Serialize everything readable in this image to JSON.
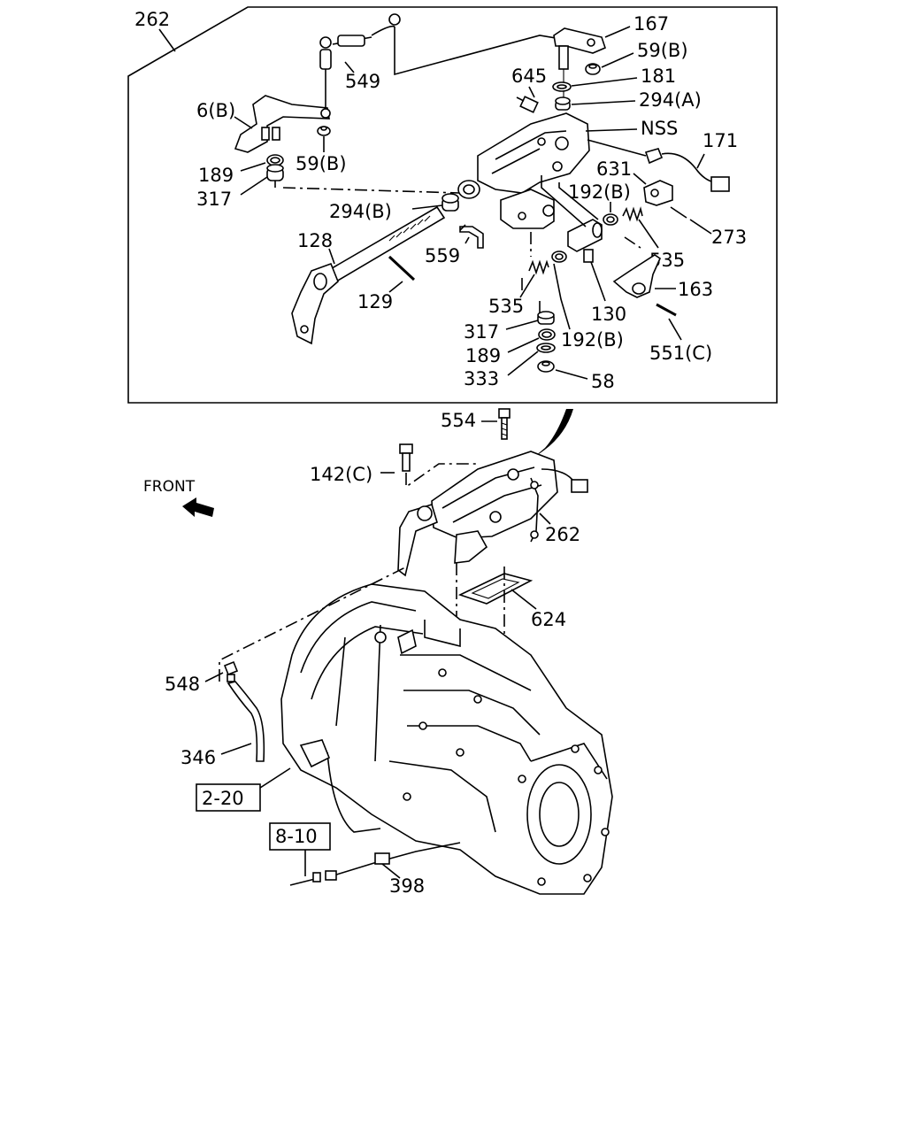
{
  "figure": {
    "front_label": "FRONT",
    "callouts": {
      "c262_top": "262",
      "c167": "167",
      "c549": "549",
      "c59b_top": "59(B)",
      "c645": "645",
      "c181": "181",
      "c6b": "6(B)",
      "c294a": "294(A)",
      "cnss": "NSS",
      "c171": "171",
      "c189_top": "189",
      "c59b_mid": "59(B)",
      "c631": "631",
      "c317_top": "317",
      "c192b_top": "192(B)",
      "c294b": "294(B)",
      "c273": "273",
      "c128": "128",
      "c559": "559",
      "c535_right": "535",
      "c129": "129",
      "c163": "163",
      "c535_mid": "535",
      "c130": "130",
      "c317_bot": "317",
      "c192b_bot": "192(B)",
      "c551c": "551(C)",
      "c189_bot": "189",
      "c333": "333",
      "c58": "58",
      "c554": "554",
      "c142c": "142(C)",
      "c262_bot": "262",
      "c624": "624",
      "c548": "548",
      "c346": "346",
      "c2_20": "2-20",
      "c8_10": "8-10",
      "c398": "398"
    }
  }
}
